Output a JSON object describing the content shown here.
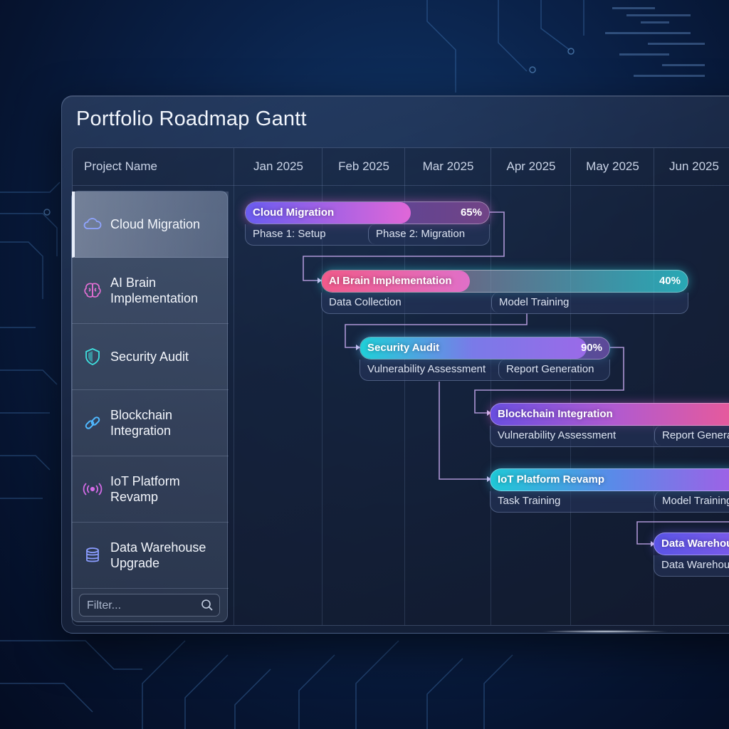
{
  "app": {
    "title": "Portfolio Roadmap Gantt"
  },
  "table": {
    "project_header": "Project Name",
    "months": [
      "Jan 2025",
      "Feb 2025",
      "Mar 2025",
      "Apr 2025",
      "May 2025",
      "Jun 2025"
    ]
  },
  "sidebar": {
    "items": [
      {
        "label": "Cloud Migration",
        "icon": "cloud-icon",
        "active": true
      },
      {
        "label": "AI Brain\nImplementation",
        "icon": "brain-icon",
        "active": false
      },
      {
        "label": "Security Audit",
        "icon": "shield-icon",
        "active": false
      },
      {
        "label": "Blockchain\nIntegration",
        "icon": "link-icon",
        "active": false
      },
      {
        "label": "IoT Platform\nRevamp",
        "icon": "signal-icon",
        "active": false
      },
      {
        "label": "Data Warehouse\nUpgrade",
        "icon": "database-icon",
        "active": false
      }
    ],
    "filter": {
      "placeholder": "Filter..."
    }
  },
  "tasks": [
    {
      "name": "Cloud Migration",
      "progress": "65%",
      "phases": [
        "Phase 1: Setup",
        "Phase 2: Migration"
      ],
      "colors": [
        "#6a5cf0",
        "#e067d8"
      ]
    },
    {
      "name": "AI Brain Implementation",
      "progress": "40%",
      "phases": [
        "Data Collection",
        "Model Training"
      ],
      "colors": [
        "#f05a8a",
        "#2fd6df"
      ]
    },
    {
      "name": "Security Audit",
      "progress": "90%",
      "phases": [
        "Vulnerability Assessment",
        "Report Generation"
      ],
      "colors": [
        "#1fd0d8",
        "#9a6ae8"
      ]
    },
    {
      "name": "Blockchain Integration",
      "progress": "",
      "phases": [
        "Vulnerability Assessment",
        "Report Genera"
      ],
      "colors": [
        "#6a4ee0",
        "#e85a9a"
      ]
    },
    {
      "name": "IoT Platform Revamp",
      "progress": "",
      "phases": [
        "Task Training",
        "Model Training"
      ],
      "colors": [
        "#1fc8d6",
        "#a060e6"
      ]
    },
    {
      "name": "Data Warehou",
      "progress": "",
      "phases": [
        "Data Warehou"
      ],
      "colors": [
        "#5a54e6",
        "#7a5ae8"
      ]
    }
  ]
}
